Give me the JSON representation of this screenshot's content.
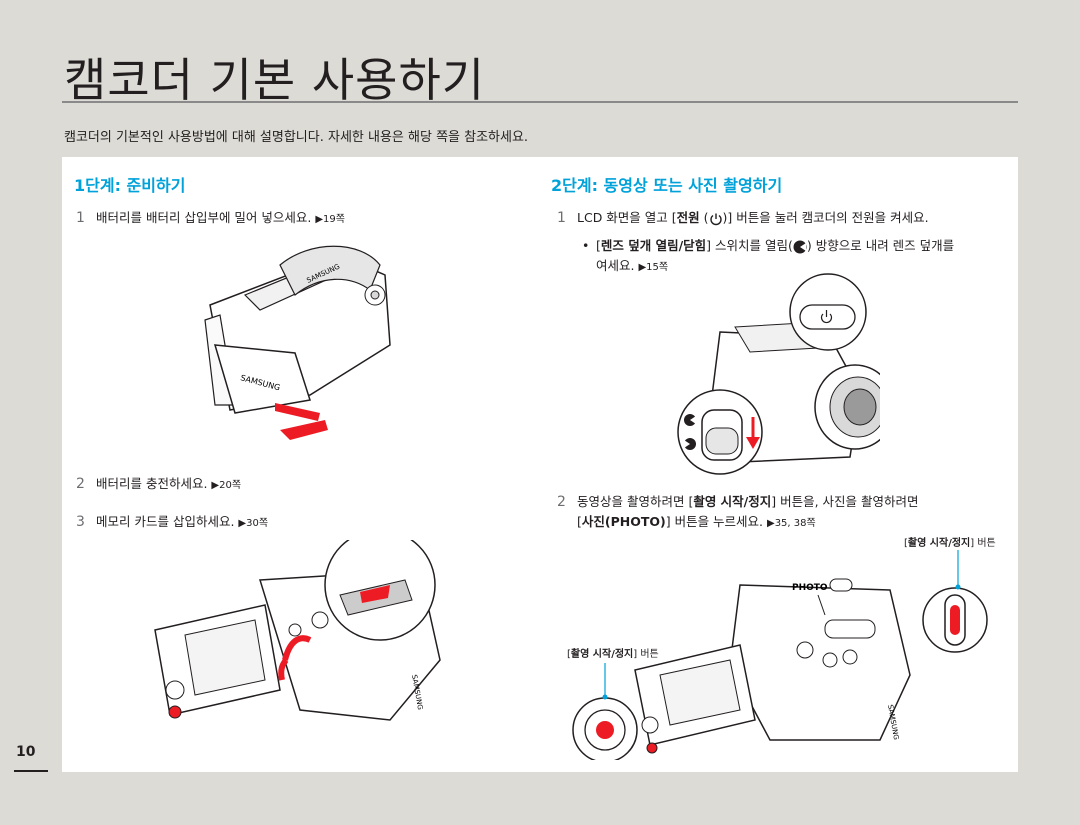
{
  "header": {
    "title": "캠코더 기본 사용하기",
    "intro": "캠코더의 기본적인 사용방법에 대해 설명합니다. 자세한 내용은 해당 쪽을 참조하세요."
  },
  "left": {
    "heading": "1단계: 준비하기",
    "steps": [
      {
        "num": "1",
        "text": "배터리를 배터리 삽입부에 밀어 넣으세요. ",
        "ref": "▶19쪽"
      },
      {
        "num": "2",
        "text": "배터리를 충전하세요. ",
        "ref": "▶20쪽"
      },
      {
        "num": "3",
        "text": "메모리 카드를 삽입하세요. ",
        "ref": "▶30쪽"
      }
    ],
    "brand": "SAMSUNG"
  },
  "right": {
    "heading": "2단계: 동영상 또는 사진 촬영하기",
    "step1": {
      "num": "1",
      "pre": "LCD 화면을 열고 [",
      "bold": "전원",
      "post": ")] 버튼을 눌러 캠코더의 전원을 켜세요."
    },
    "bullet": {
      "dot": "•",
      "open": "[",
      "bold": "렌즈 덮개 열림/닫힘",
      "mid": "] 스위치를 열림(",
      "post": ") 방향으로 내려 렌즈 덮개를",
      "line2": "여세요. ",
      "ref": "▶15쪽"
    },
    "step2": {
      "num": "2",
      "pre": "동영상을 촬영하려면 [",
      "bold": "촬영 시작/정지",
      "mid": "] 버튼을, 사진을 촬영하려면",
      "line2_open": "[",
      "line2_bold": "사진(PHOTO)",
      "line2_post": "] 버튼을 누르세요. ",
      "ref": "▶35, 38쪽"
    },
    "caption_top": {
      "open": "[",
      "bold": "촬영 시작/정지",
      "post": "] 버튼"
    },
    "caption_left": {
      "open": "[",
      "bold": "촬영 시작/정지",
      "post": "] 버튼"
    },
    "photo_label": "PHOTO"
  },
  "footer": {
    "page_number": "10"
  }
}
